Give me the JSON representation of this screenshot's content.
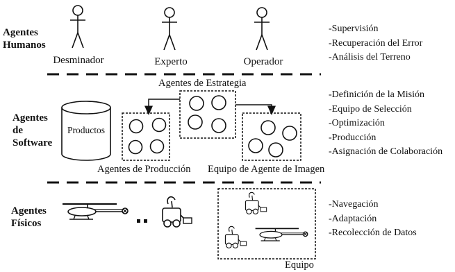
{
  "layers": {
    "human": {
      "title": "Agentes Humanos",
      "actors": [
        "Desminador",
        "Experto",
        "Operador"
      ],
      "responsibilities": [
        "-Supervisión",
        "-Recuperación del Error",
        "-Análisis del Terreno"
      ]
    },
    "software": {
      "title": "Agentes de Software",
      "database_label": "Productos",
      "strategy_label": "Agentes de Estrategia",
      "production_label": "Agentes de Producción",
      "image_team_label": "Equipo de Agente de Imagen",
      "responsibilities": [
        "-Definición de la Misión",
        "-Equipo de Selección",
        "-Optimización",
        "-Producción",
        "-Asignación de Colaboración"
      ]
    },
    "physical": {
      "title": "Agentes Físicos",
      "team_label": "Equipo",
      "responsibilities": [
        "-Navegación",
        "-Adaptación",
        "-Recolección de Datos"
      ]
    }
  }
}
